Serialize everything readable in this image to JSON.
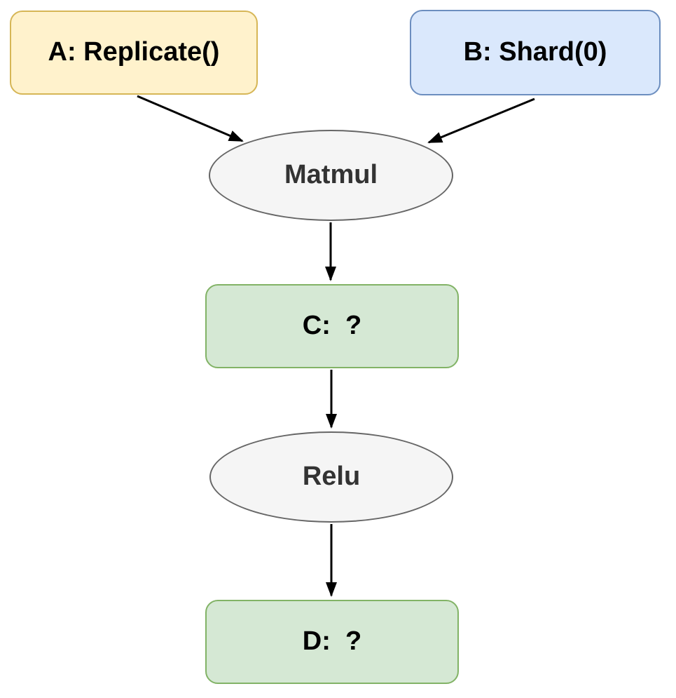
{
  "nodes": {
    "a": {
      "label": "A: Replicate()",
      "shape": "rounded-rect",
      "fill": "#FFF2CC",
      "stroke": "#D6B656",
      "text_color": "#000000"
    },
    "b": {
      "label": "B: Shard(0)",
      "shape": "rounded-rect",
      "fill": "#DAE8FC",
      "stroke": "#6C8EBF",
      "text_color": "#000000"
    },
    "matmul": {
      "label": "Matmul",
      "shape": "ellipse",
      "fill": "#F5F5F5",
      "stroke": "#666666",
      "text_color": "#333333"
    },
    "c": {
      "label": "C:  ?",
      "shape": "rounded-rect",
      "fill": "#D5E8D4",
      "stroke": "#82B366",
      "text_color": "#000000"
    },
    "relu": {
      "label": "Relu",
      "shape": "ellipse",
      "fill": "#F5F5F5",
      "stroke": "#666666",
      "text_color": "#333333"
    },
    "d": {
      "label": "D:  ?",
      "shape": "rounded-rect",
      "fill": "#D5E8D4",
      "stroke": "#82B366",
      "text_color": "#000000"
    }
  },
  "edges": [
    {
      "from": "A",
      "to": "Matmul",
      "style": "solid-arrow",
      "color": "#000000"
    },
    {
      "from": "B",
      "to": "Matmul",
      "style": "solid-arrow",
      "color": "#000000"
    },
    {
      "from": "Matmul",
      "to": "C",
      "style": "solid-arrow",
      "color": "#000000"
    },
    {
      "from": "C",
      "to": "Relu",
      "style": "solid-arrow",
      "color": "#000000"
    },
    {
      "from": "Relu",
      "to": "D",
      "style": "solid-arrow",
      "color": "#000000"
    }
  ],
  "background": "#ffffff"
}
